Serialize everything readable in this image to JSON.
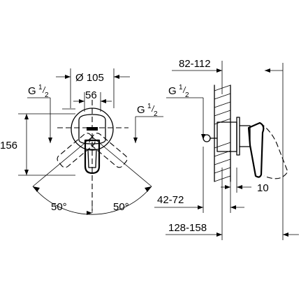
{
  "front_view": {
    "thread_left": {
      "base": "G",
      "num": "1",
      "den": "2"
    },
    "thread_right": {
      "base": "G",
      "num": "1",
      "den": "2"
    },
    "dim_diameter": "Ø 105",
    "dim_width": "56",
    "dim_height": "156",
    "angle_left": "50°",
    "angle_right": "50°"
  },
  "side_view": {
    "thread": {
      "base": "G",
      "num": "1",
      "den": "2"
    },
    "dim_top": "82-112",
    "dim_right": "10",
    "dim_mid": "42-72",
    "dim_bottom": "128-158"
  }
}
